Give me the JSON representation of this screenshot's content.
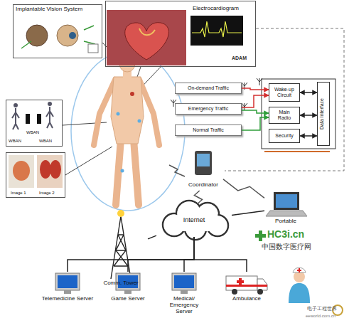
{
  "diagram": {
    "nodes": [
      {
        "text": [
          "Implantable Vision System"
        ]
      },
      {
        "text": [
          "Heart",
          "Electrocardiogram"
        ]
      },
      {
        "text": [
          "WBAN",
          "WBAN",
          "WBAN"
        ]
      },
      {
        "text": [
          "Image 1",
          "Image 2"
        ]
      },
      {
        "text": [
          "On-demand Traffic"
        ]
      },
      {
        "text": [
          "Emergency Traffic"
        ]
      },
      {
        "text": [
          "Normal Traffic"
        ]
      },
      {
        "text": [
          "Wake-up Circuit"
        ]
      },
      {
        "text": [
          "Main Radio"
        ]
      },
      {
        "text": [
          "Security"
        ]
      },
      {
        "text": [
          "Data Interface"
        ]
      },
      {
        "text": [
          "Coordinator"
        ]
      },
      {
        "text": [
          "Portable"
        ]
      },
      {
        "text": [
          "Comm. Tower"
        ]
      },
      {
        "text": [
          "Internet"
        ]
      },
      {
        "text": [
          "Telemedicine Server"
        ]
      },
      {
        "text": [
          "Game Server"
        ]
      },
      {
        "text": [
          "Medical/ Emergency Server"
        ]
      },
      {
        "text": [
          "Ambulance"
        ]
      }
    ],
    "edges": [
      {
        "from": 4,
        "to": 7,
        "arrow": "to"
      },
      {
        "from": 5,
        "to": 7,
        "arrow": "to"
      },
      {
        "from": 5,
        "to": 8,
        "arrow": "to"
      },
      {
        "from": 6,
        "to": 8,
        "arrow": "to"
      },
      {
        "from": 7,
        "to": 10,
        "arrow": "both"
      },
      {
        "from": 8,
        "to": 10,
        "arrow": "both"
      },
      {
        "from": 9,
        "to": 10,
        "arrow": "both"
      },
      {
        "from": 11,
        "to": 14,
        "arrow": "none"
      },
      {
        "from": 11,
        "to": 12,
        "arrow": "none"
      },
      {
        "from": 13,
        "to": 14,
        "arrow": "none"
      },
      {
        "from": 14,
        "to": 12,
        "arrow": "none"
      },
      {
        "from": 14,
        "to": 15,
        "arrow": "none"
      },
      {
        "from": 14,
        "to": 16,
        "arrow": "none"
      },
      {
        "from": 14,
        "to": 17,
        "arrow": "none"
      },
      {
        "from": 14,
        "to": 18,
        "arrow": "none"
      }
    ],
    "labels": [
      "ADAM",
      "HC3i.cn",
      "中国数字医疗网",
      "电子工程世界",
      "eeworld.com.cn"
    ]
  }
}
